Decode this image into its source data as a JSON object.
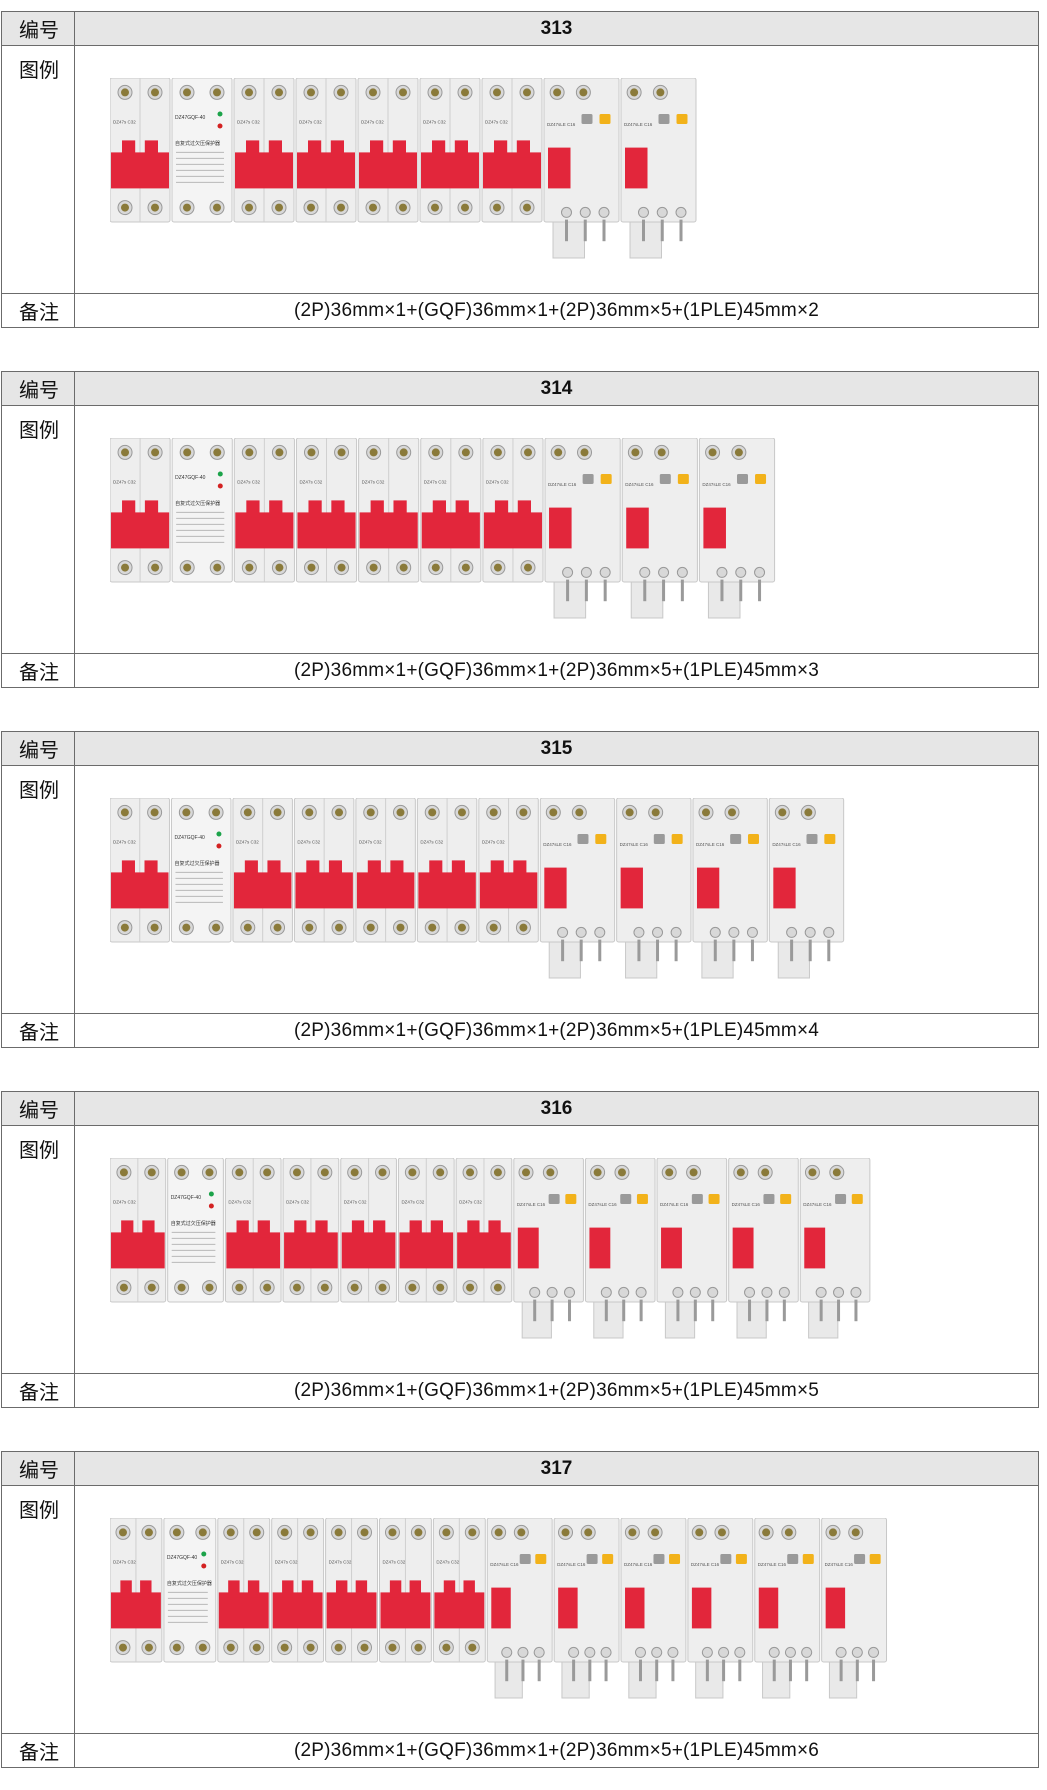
{
  "labels": {
    "id": "编号",
    "figure": "图例",
    "remark": "备注"
  },
  "devices": {
    "mcb_text": "DZ47s C32",
    "gqf_text": "DZ47GQF-40",
    "gqf_cn": "自复式过欠压保护器",
    "rcbo_text": "DZ47sLE C16"
  },
  "colors": {
    "handle": "#e2263b",
    "body": "#eeeeee",
    "gray_button": "#9a9a9a",
    "yellow_button": "#f2b21a"
  },
  "panels": [
    {
      "number": "313",
      "rcbo_count": 2,
      "remark": "(2P)36mm×1+(GQF)36mm×1+(2P)36mm×5+(1PLE)45mm×2"
    },
    {
      "number": "314",
      "rcbo_count": 3,
      "remark": "(2P)36mm×1+(GQF)36mm×1+(2P)36mm×5+(1PLE)45mm×3"
    },
    {
      "number": "315",
      "rcbo_count": 4,
      "remark": "(2P)36mm×1+(GQF)36mm×1+(2P)36mm×5+(1PLE)45mm×4"
    },
    {
      "number": "316",
      "rcbo_count": 5,
      "remark": "(2P)36mm×1+(GQF)36mm×1+(2P)36mm×5+(1PLE)45mm×5"
    },
    {
      "number": "317",
      "rcbo_count": 6,
      "remark": "(2P)36mm×1+(GQF)36mm×1+(2P)36mm×5+(1PLE)45mm×6"
    }
  ]
}
